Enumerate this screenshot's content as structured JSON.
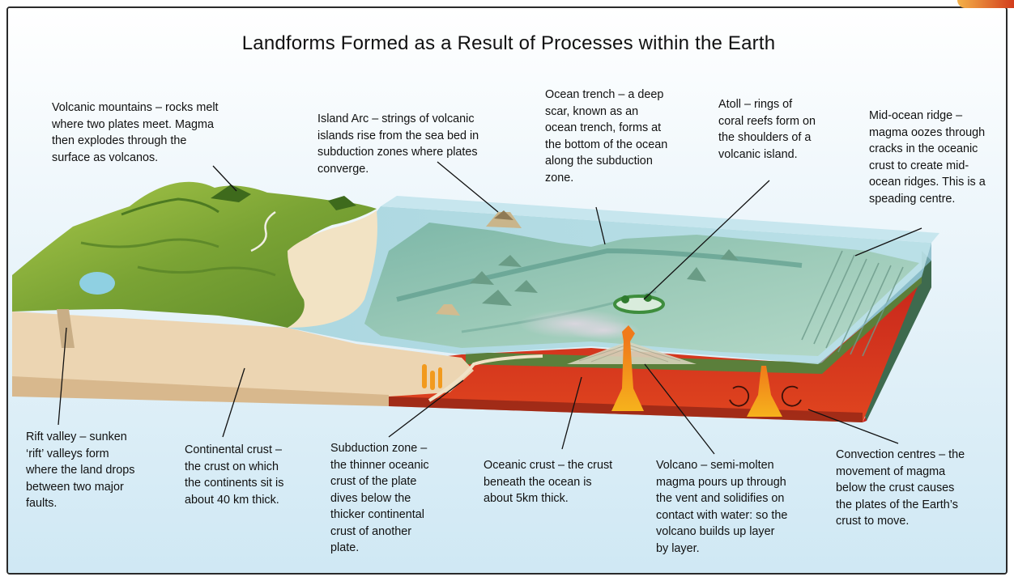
{
  "title": "Landforms Formed as a Result of Processes within the Earth",
  "labels": {
    "volcanic_mountains": "Volcanic mountains – rocks melt\nwhere two plates meet. Magma\nthen explodes through the\nsurface as volcanos.",
    "island_arc": "Island Arc – strings of volcanic\nislands rise from the sea bed in\nsubduction zones where plates\nconverge.",
    "ocean_trench": "Ocean trench – a deep\nscar, known as an\nocean trench, forms at\nthe bottom of the ocean\nalong the subduction\nzone.",
    "atoll": "Atoll – rings of\ncoral reefs form on\nthe shoulders of a\nvolcanic island.",
    "mid_ocean_ridge": "Mid-ocean ridge –\nmagma oozes through\ncracks in the oceanic\ncrust to create mid-\nocean ridges. This is a\nspeading centre.",
    "rift_valley": "Rift valley – sunken\n‘rift’ valleys form\nwhere the land drops\nbetween two major\nfaults.",
    "continental_crust": "Continental crust –\nthe crust on which\nthe continents sit is\nabout 40 km thick.",
    "subduction_zone": "Subduction zone –\nthe thinner oceanic\ncrust of the plate\ndives below the\nthicker continental\ncrust of another\nplate.",
    "oceanic_crust": "Oceanic crust – the crust\nbeneath the ocean is\nabout 5km thick.",
    "volcano": "Volcano – semi-molten\nmagma pours up through\nthe vent and solidifies on\ncontact with water: so the\nvolcano builds up layer\nby layer.",
    "convection_centres": "Convection centres – the\nmovement of magma\nbelow the crust causes\nthe plates of the Earth’s\ncrust to move."
  },
  "colors": {
    "sky_top": "#cfe8f4",
    "ocean": "#9fcfdc",
    "sea_floor": "#8fc3b6",
    "land_green": "#8fb83a",
    "sand": "#ead2b0",
    "magma_red": "#d8241c",
    "magma_orange": "#f6a21c",
    "label_text": "#111111"
  }
}
